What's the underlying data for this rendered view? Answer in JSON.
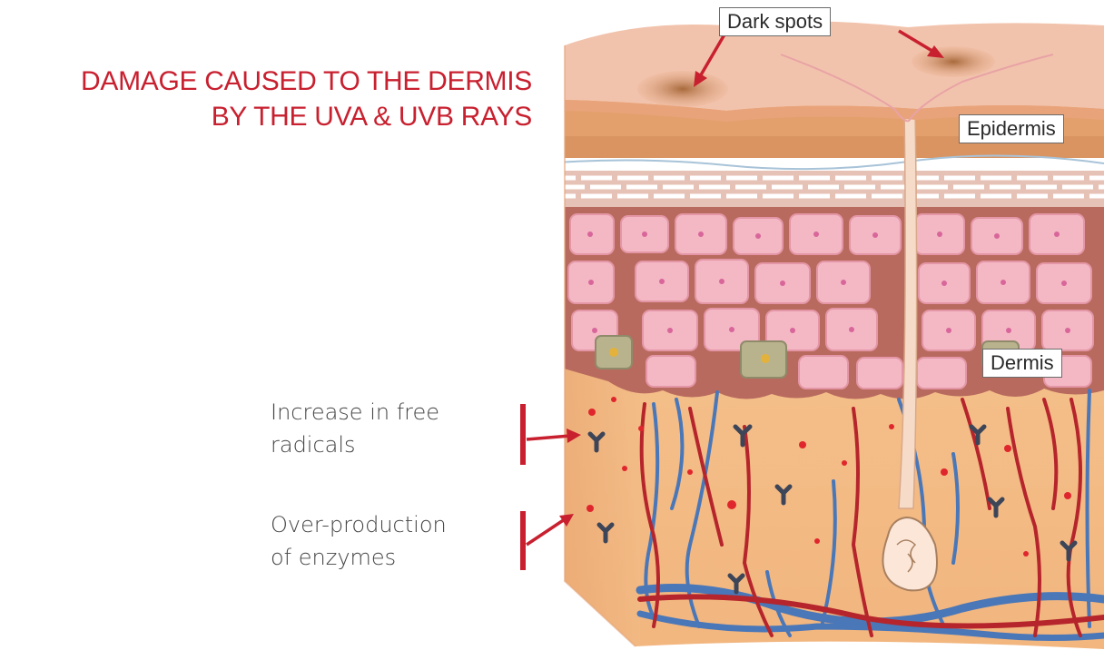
{
  "title": {
    "line1": "DAMAGE CAUSED TO THE DERMIS",
    "line2": "BY THE UVA & UVB RAYS"
  },
  "labels": {
    "dark_spots": "Dark spots",
    "epidermis": "Epidermis",
    "dermis": "Dermis"
  },
  "notes": {
    "free_radicals_line1": "Increase in free",
    "free_radicals_line2": "radicals",
    "enzymes_line1": "Over-production",
    "enzymes_line2": "of enzymes"
  },
  "colors": {
    "accent_red": "#c8202f",
    "skin_top": "#e8a87c",
    "cell_pink": "#f3b7c3",
    "dermis": "#f4c190",
    "vein_blue": "#4a77b8",
    "artery_red": "#b5252b"
  }
}
